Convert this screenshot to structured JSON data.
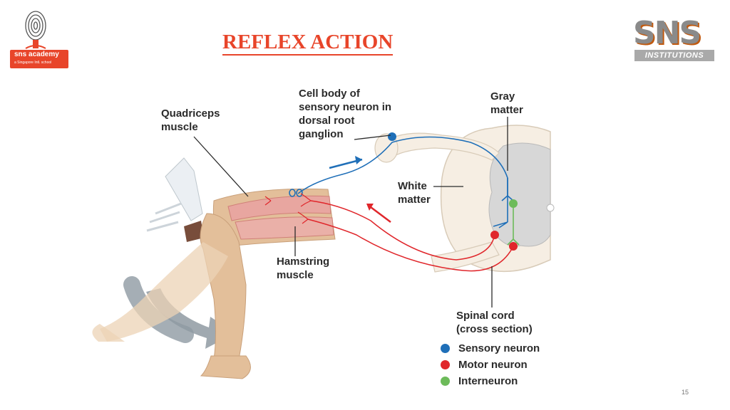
{
  "title": "REFLEX ACTION",
  "logo_left": {
    "name": "sns academy",
    "tagline": "a Singapore Intl. school",
    "accent": "#e8452a"
  },
  "logo_right": {
    "word": "SNS",
    "sub": "INSTITUTIONS"
  },
  "labels": {
    "quadriceps": [
      "Quadriceps",
      "muscle"
    ],
    "cell_body": [
      "Cell body of",
      "sensory neuron in",
      "dorsal root",
      "ganglion"
    ],
    "gray_matter": [
      "Gray",
      "matter"
    ],
    "white_matter": [
      "White",
      "matter"
    ],
    "hamstring": [
      "Hamstring",
      "muscle"
    ],
    "spinal_cord": [
      "Spinal cord",
      "(cross section)"
    ]
  },
  "legend": [
    {
      "label": "Sensory neuron",
      "color": "#1f6fb8"
    },
    {
      "label": "Motor neuron",
      "color": "#e0262b"
    },
    {
      "label": "Interneuron",
      "color": "#6dbb5a"
    }
  ],
  "page_number": "15"
}
